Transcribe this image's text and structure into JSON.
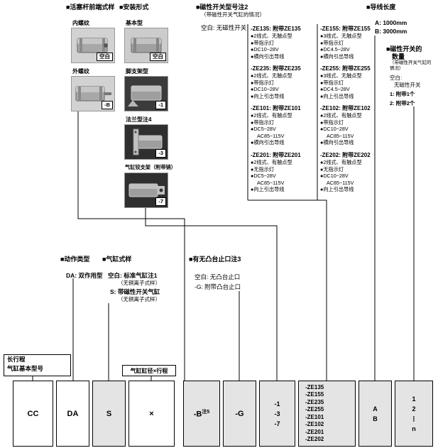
{
  "colors": {
    "shaded_cell": "#e4e4e4",
    "line": "#000000"
  },
  "sections": {
    "rod_end": {
      "header": "■活塞杆前端式样",
      "options": [
        {
          "label": "内螺纹",
          "code": "空白"
        },
        {
          "label": "外螺纹",
          "code": "-B"
        }
      ]
    },
    "mounting": {
      "header": "■安装形式",
      "options": [
        {
          "label": "基本型",
          "code": "空白"
        },
        {
          "label": "脚支架型",
          "code": "-1"
        },
        {
          "label": "法兰型注4",
          "code": "-3"
        },
        {
          "label": "气缸铰支架（附带销）",
          "code": "-7"
        }
      ]
    },
    "switch_model": {
      "header": "■磁性开关型号注2",
      "subheader": "（带磁性开关气缸的情况）",
      "blank_option": "空白: 无磁性开关",
      "left_column": [
        {
          "title": "-ZE135: 附带ZE135",
          "specs": [
            "●2线式、无触点型",
            "●带指示灯",
            "●DC10~28V",
            "●横向引出导线"
          ]
        },
        {
          "title": "-ZE235: 附带ZE235",
          "specs": [
            "●2线式、无触点型",
            "●带指示灯",
            "●DC10~28V",
            "●向上引出导线"
          ]
        },
        {
          "title": "-ZE101: 附带ZE101",
          "specs": [
            "●2线式、有触点型",
            "●带指示灯",
            "●DC5~28V",
            "AC85~115V",
            "●横向引出导线"
          ]
        },
        {
          "title": "-ZE201: 附带ZE201",
          "specs": [
            "●2线式、有触点型",
            "●无指示灯",
            "●DC5~28V",
            "AC85~115V",
            "●向上引出导线"
          ]
        }
      ],
      "right_column": [
        {
          "title": "-ZE155: 附带ZE155",
          "specs": [
            "●3线式、无触点型",
            "●带指示灯",
            "●DC4.5~28V",
            "●横向引出导线"
          ]
        },
        {
          "title": "-ZE255: 附带ZE255",
          "specs": [
            "●3线式、无触点型",
            "●带指示灯",
            "●DC4.5~28V",
            "●向上引出导线"
          ]
        },
        {
          "title": "-ZE102: 附带ZE102",
          "specs": [
            "●2线式、有触点型",
            "●带指示灯",
            "●DC10~28V",
            "AC85~115V",
            "●横向引出导线"
          ]
        },
        {
          "title": "-ZE202: 附带ZE202",
          "specs": [
            "●2线式、有触点型",
            "●无指示灯",
            "●DC10~28V",
            "AC85~115V",
            "●向上引出导线"
          ]
        }
      ]
    },
    "lead_length": {
      "header": "■导线长度",
      "options": [
        "A: 1000mm",
        "B: 3000mm"
      ]
    },
    "switch_qty": {
      "header_line1": "■磁性开关的",
      "header_line2": "数量",
      "subheader": "（带磁性开关气缸的情况）",
      "blank_label": "空白:",
      "blank_value": "无磁性开关",
      "options": [
        "1: 附带1个",
        "2: 附带2个"
      ]
    },
    "action_type": {
      "header": "■动作类型",
      "option": "DA: 双作用型"
    },
    "cylinder_style": {
      "header": "■气缸式样",
      "lines": [
        "空白: 标准气缸注1",
        "（无铜离子式样）",
        "S: 带磁性开关气缸",
        "（无铜离子式样）"
      ]
    },
    "boss": {
      "header": "■有无凸台止口注3",
      "options": [
        "空白: 无凸台止口",
        "-G: 附带凸台止口"
      ]
    }
  },
  "bottom": {
    "base_label_line1": "长行程",
    "base_label_line2": "气缸基本型号",
    "bore_stroke_label": "气缸缸径×行程",
    "cells": {
      "base": "CC",
      "action": "DA",
      "style": "S",
      "bore": "×",
      "rod_end": "-B",
      "rod_end_note": "注5",
      "boss": "-G",
      "mounting": [
        "-1",
        "-3",
        "-7"
      ],
      "switch": [
        "-ZE135",
        "-ZE155",
        "-ZE235",
        "-ZE255",
        "-ZE101",
        "-ZE102",
        "-ZE201",
        "-ZE202"
      ],
      "lead": [
        "A",
        "B"
      ],
      "qty": [
        "1",
        "2",
        "⋮",
        "n"
      ]
    }
  }
}
